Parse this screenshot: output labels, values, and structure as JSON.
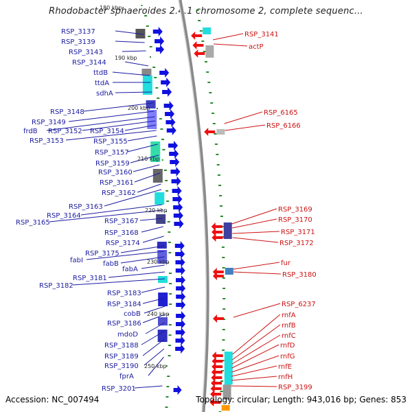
{
  "title": "Rhodobacter sphaeroides 2.4.1 chromosome 2, complete sequenc...",
  "footer": {
    "accession": "Accession: NC_007494",
    "summary": "Topology: circular; Length: 943,016 bp; Genes: 853"
  },
  "kbp_labels": [
    "180 kbp",
    "190 kbp",
    "200 kbp",
    "210 kbp",
    "220 kbp",
    "230 kbp",
    "240 kbp",
    "250 kbp"
  ],
  "left_labels": [
    "RSP_3137",
    "RSP_3139",
    "RSP_3143",
    "RSP_3144",
    "ttdB",
    "ttdA",
    "sdhA",
    "RSP_3148",
    "RSP_3149",
    "frdB",
    "RSP_3152",
    "RSP_3154",
    "RSP_3153",
    "RSP_3155",
    "RSP_3157",
    "RSP_3159",
    "RSP_3160",
    "RSP_3161",
    "RSP_3162",
    "RSP_3163",
    "RSP_3164",
    "RSP_3165",
    "RSP_3167",
    "RSP_3168",
    "RSP_3174",
    "RSP_3175",
    "fabI",
    "fabB",
    "fabA",
    "RSP_3181",
    "RSP_3182",
    "RSP_3183",
    "RSP_3184",
    "cobB",
    "RSP_3186",
    "mdoD",
    "RSP_3188",
    "RSP_3189",
    "RSP_3190",
    "fprA",
    "RSP_3201"
  ],
  "right_labels": [
    "RSP_3141",
    "actP",
    "RSP_6165",
    "RSP_6166",
    "RSP_3169",
    "RSP_3170",
    "RSP_3171",
    "RSP_3172",
    "fur",
    "RSP_3180",
    "RSP_6237",
    "rnfA",
    "rnfB",
    "rnfC",
    "rnfD",
    "rnfG",
    "rnfE",
    "rnfH",
    "RSP_3199"
  ],
  "colors": {
    "forward_gene": "#1010e0",
    "reverse_gene": "#ee1010",
    "left_label": "#1a1aa0",
    "right_label": "#cc1111",
    "tick": "#2a8a2a",
    "backbone": "#8a8a8a"
  }
}
